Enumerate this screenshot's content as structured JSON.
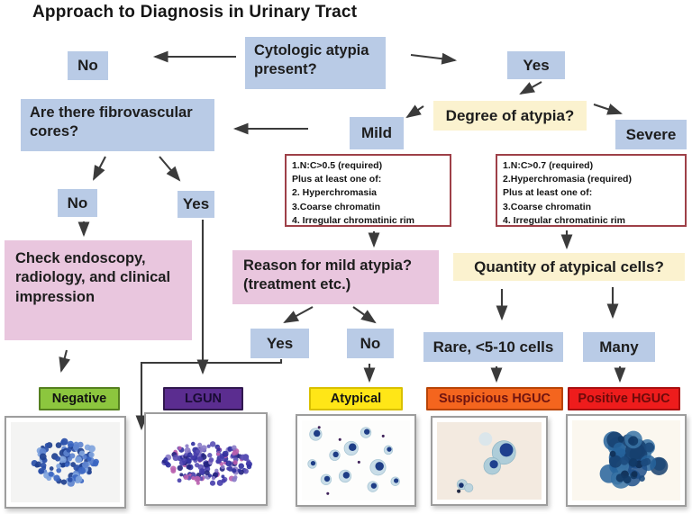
{
  "title": "Approach to Diagnosis in Urinary Tract",
  "flow": {
    "cytologic_atypia": "Cytologic atypia present?",
    "no_top": "No",
    "yes_top": "Yes",
    "fibrovascular": "Are there fibrovascular cores?",
    "degree_of_atypia": "Degree of atypia?",
    "mild": "Mild",
    "severe": "Severe",
    "fibro_no": "No",
    "fibro_yes": "Yes",
    "check_endoscopy": "Check endoscopy, radiology, and clinical impression",
    "reason_mild": "Reason for mild atypia? (treatment etc.)",
    "quantity": "Quantity of atypical cells?",
    "reason_yes": "Yes",
    "reason_no": "No",
    "rare": "Rare, <5-10 cells",
    "many": "Many"
  },
  "mild_criteria": {
    "lines": [
      "1.N:C>0.5 (required)",
      "Plus at least one of:",
      "2. Hyperchromasia",
      "3.Coarse chromatin",
      "4. Irregular chromatinic rim"
    ]
  },
  "severe_criteria": {
    "lines": [
      "1.N:C>0.7 (required)",
      "2.Hyperchromasia (required)",
      "Plus at least one of:",
      "3.Coarse chromatin",
      "4. Irregular chromatinic rim"
    ]
  },
  "results": [
    {
      "label": "Negative",
      "bg": "#8cc63e",
      "fg": "#111111",
      "border": "#55801f"
    },
    {
      "label": "LGUN",
      "bg": "#5b2d90",
      "fg": "#190b33",
      "border": "#31184f"
    },
    {
      "label": "Atypical",
      "bg": "#ffe617",
      "fg": "#141414",
      "border": "#d9c000"
    },
    {
      "label": "Suspicious HGUC",
      "bg": "#f4651e",
      "fg": "#701410",
      "border": "#b84406"
    },
    {
      "label": "Positive HGUC",
      "bg": "#ee1c1c",
      "fg": "#6e0a0a",
      "border": "#a80f0f"
    }
  ],
  "colors": {
    "node_blue": "#b9cbe6",
    "node_cream": "#fbf2cf",
    "node_pink": "#e9c6de",
    "criteria_border": "#9e4048",
    "arrow": "#3b3b3b"
  }
}
